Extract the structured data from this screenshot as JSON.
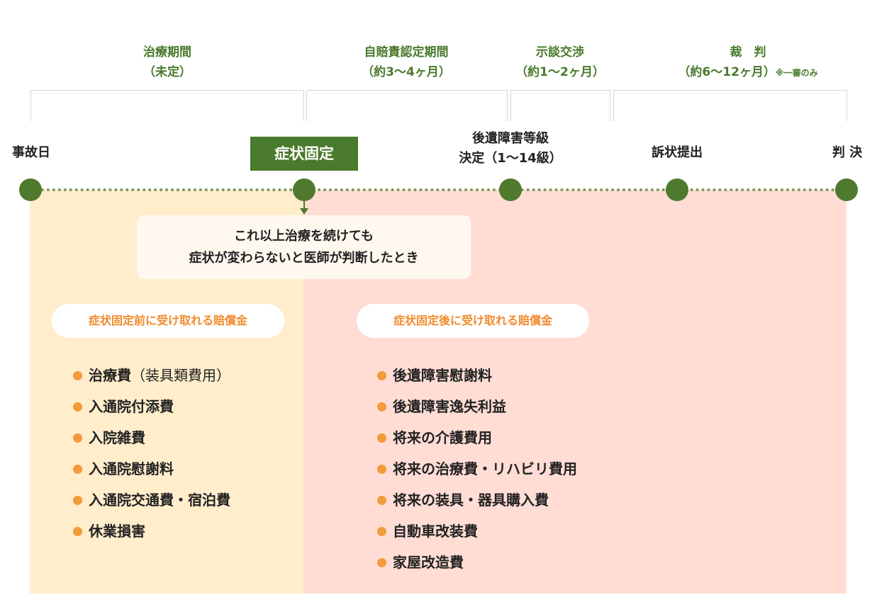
{
  "phases": [
    {
      "line1": "治療期間",
      "line2": "（未定）",
      "note": ""
    },
    {
      "line1": "自賠責認定期間",
      "line2": "（約3〜4ヶ月）",
      "note": ""
    },
    {
      "line1": "示談交渉",
      "line2": "（約1〜2ヶ月）",
      "note": ""
    },
    {
      "line1": "裁　判",
      "line2": "（約6〜12ヶ月）",
      "note": "※一審のみ"
    }
  ],
  "events": {
    "accident": "事故日",
    "fixed": "症状固定",
    "grade_line1": "後遺障害等級",
    "grade_line2": "決定（1〜14級）",
    "lawsuit": "訴状提出",
    "judgment": "判 決"
  },
  "callout": {
    "line1": "これ以上治療を続けても",
    "line2": "症状が変わらないと医師が判断したとき"
  },
  "before": {
    "title": "症状固定前に受け取れる賠償金",
    "items": [
      {
        "main": "治療費",
        "sub": "（装具類費用）"
      },
      {
        "main": "入通院付添費",
        "sub": ""
      },
      {
        "main": "入院雑費",
        "sub": ""
      },
      {
        "main": "入通院慰謝料",
        "sub": ""
      },
      {
        "main": "入通院交通費・宿泊費",
        "sub": ""
      },
      {
        "main": "休業損害",
        "sub": ""
      }
    ]
  },
  "after": {
    "title": "症状固定後に受け取れる賠償金",
    "items": [
      "後遺障害慰謝料",
      "後遺障害逸失利益",
      "将来の介護費用",
      "将来の治療費・リハビリ費用",
      "将来の装具・器具購入費",
      "自動車改装費",
      "家屋改造費"
    ]
  },
  "colors": {
    "green": "#4a7a2c",
    "orange": "#f39a3a",
    "before_bg": "#ffedcc",
    "after_bg": "#ffddd5"
  }
}
